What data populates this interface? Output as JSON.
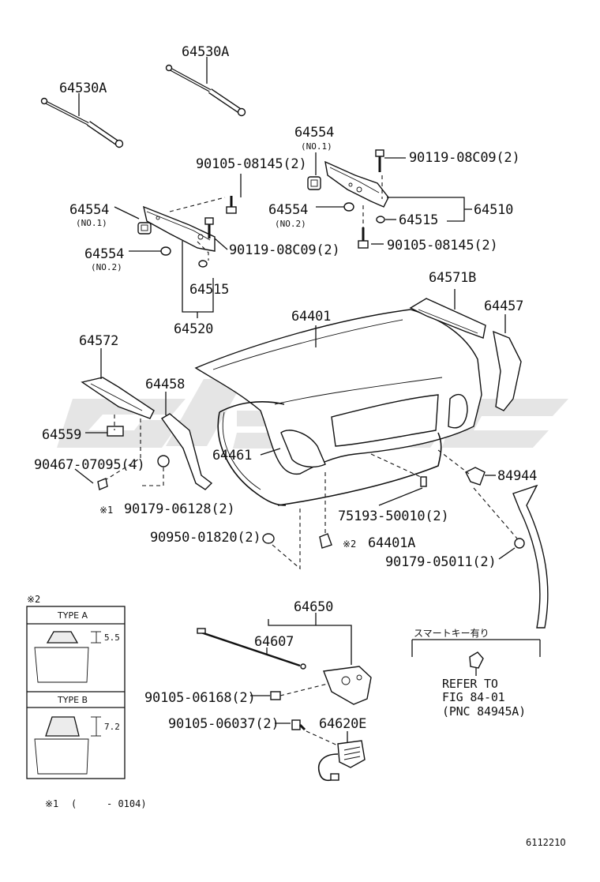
{
  "diagram": {
    "drawing_id": "611221O",
    "callouts": {
      "strut_left": "64530A",
      "strut_right": "64530A",
      "cushion_no1_top": "64554",
      "cushion_no1_top_sub": "(NO.1)",
      "bolt_top_left": "90105-08145(2)",
      "bolt_top_right": "90119-08C09(2)",
      "cushion_no1_left": "64554",
      "cushion_no1_left_sub": "(NO.1)",
      "cushion_no2_mid": "64554",
      "cushion_no2_mid_sub": "(NO.2)",
      "hinge_right": "64510",
      "stopper_right": "64515",
      "cushion_no2_left": "64554",
      "cushion_no2_left_sub": "(NO.2)",
      "bolt_left_hinge": "90119-08C09(2)",
      "bolt_right_lower": "90105-08145(2)",
      "stopper_left": "64515",
      "hinge_left": "64520",
      "lid_panel": "64401",
      "lid_trim_right": "64571B",
      "cover_right": "64457",
      "cover_left": "64572",
      "cover_lower_left": "64458",
      "retainer": "64559",
      "clip": "90467-07095(4)",
      "weatherstrip": "64461",
      "bracket": "84944",
      "clip_mark": "※1",
      "grommet_left": "90179-06128(2)",
      "stud": "75193-50010(2)",
      "grommet_left_lower": "90950-01820(2)",
      "cushion_mark": "※2",
      "cushion": "64401A",
      "grommet_right": "90179-05011(2)",
      "lock_assy": "64650",
      "cable": "64607",
      "bolt_lock1": "90105-06168(2)",
      "bolt_lock2": "90105-06037(2)",
      "lock": "64620E"
    },
    "smart_key": {
      "label": "スマートキー有り",
      "refer_line1": "REFER TO",
      "refer_line2": "FIG 84-01",
      "refer_line3": "(PNC 84945A)"
    },
    "type_table": {
      "mark": "※2",
      "type_a": "TYPE A",
      "type_a_dim": "5.5",
      "type_b": "TYPE B",
      "type_b_dim": "7.2"
    },
    "footnote": {
      "mark": "※1",
      "open": "(",
      "range": "- 0104)"
    }
  }
}
